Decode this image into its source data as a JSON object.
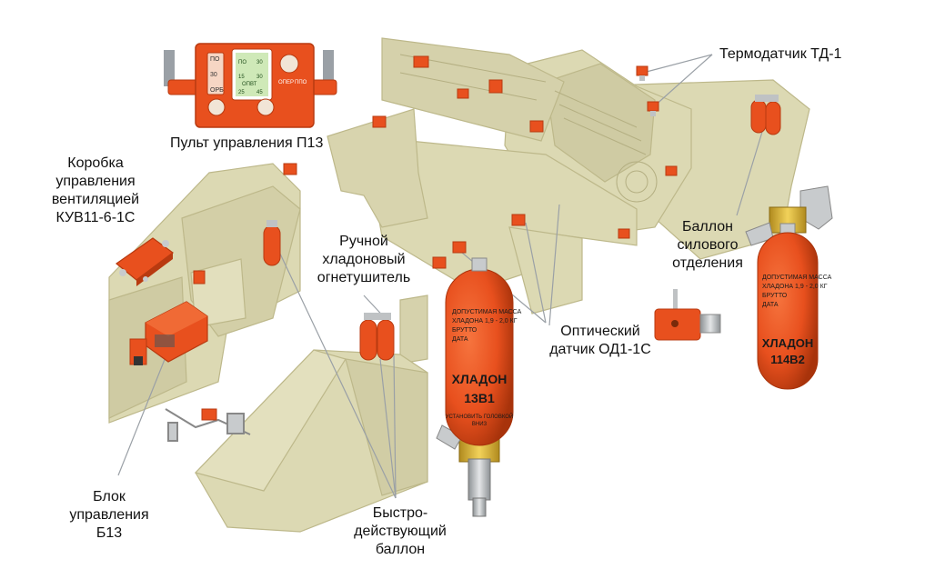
{
  "labels": {
    "panel": [
      "Пульт управления П13"
    ],
    "vent_box": [
      "Коробка",
      "управления",
      "вентиляцией",
      "КУВ11-6-1С"
    ],
    "handheld": [
      "Ручной",
      "хладоновый",
      "огнетушитель"
    ],
    "thermo": [
      "Термодатчик ТД-1"
    ],
    "engine_cyl": [
      "Баллон",
      "силового",
      "отделения"
    ],
    "optical": [
      "Оптический",
      "датчик ОД1-1С"
    ],
    "block": [
      "Блок",
      "управления",
      "Б13"
    ],
    "fast": [
      "Быстро-",
      "действующий",
      "баллон"
    ]
  },
  "panel_face": {
    "left_keys": [
      "ПО",
      "30",
      "ОРБ"
    ],
    "screen_nums": [
      "ПО",
      "30",
      "15",
      "30",
      "25",
      "45"
    ],
    "screen_mid": "ОПВТ",
    "right_tags": [
      "ОПЕР",
      "ППО"
    ]
  },
  "cylinder_13": {
    "notes": [
      "ДОПУСТИМАЯ МАССА",
      "ХЛАДОНА 1,9 - 2,0 КГ",
      "БРУТТО",
      "ДАТА"
    ],
    "name": "ХЛАДОН",
    "code": "13В1",
    "bottom_note": [
      "УСТАНОВИТЬ ГОЛОВКОЙ",
      "ВНИЗ"
    ]
  },
  "cylinder_114": {
    "notes": [
      "ДОПУСТИМАЯ МАССА",
      "ХЛАДОНА 1,9 - 2,0 КГ",
      "БРУТТО",
      "ДАТА"
    ],
    "name": "ХЛАДОН",
    "code": "114В2"
  },
  "colors": {
    "hull": "#dcd9b3",
    "hull_edge": "#bdb88a",
    "device": "#e8501e",
    "device_dark": "#b83a10",
    "metal": "#bfc2c4",
    "leader": "#9aa0a6"
  }
}
